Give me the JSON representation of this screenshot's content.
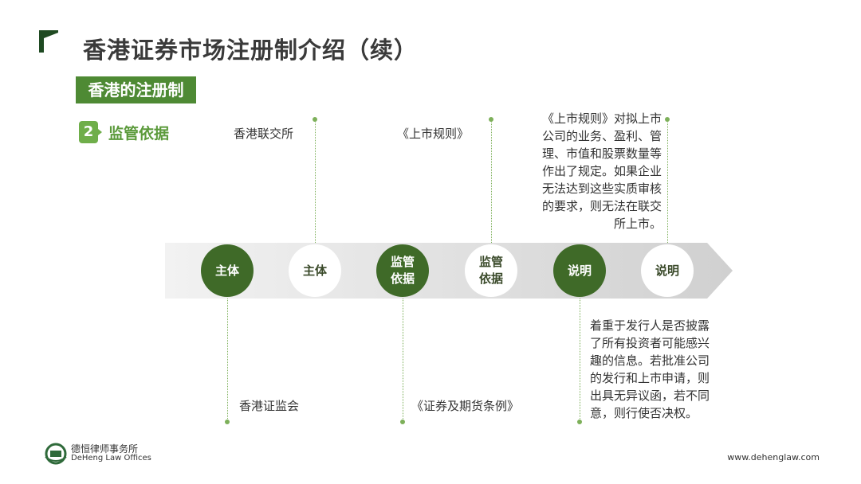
{
  "title": "香港证券市场注册制介绍（续）",
  "section_tag": "香港的注册制",
  "subsection": {
    "number": "2",
    "label": "监管依据"
  },
  "circles": [
    {
      "label": "主体",
      "style": "dark"
    },
    {
      "label": "主体",
      "style": "light"
    },
    {
      "label": "监管依据",
      "style": "dark"
    },
    {
      "label": "监管依据",
      "style": "light"
    },
    {
      "label": "说明",
      "style": "dark"
    },
    {
      "label": "说明",
      "style": "light"
    }
  ],
  "top_texts": {
    "exchange": "香港联交所",
    "rules": "《上市规则》",
    "note_lines": [
      "《上市规则》对拟上市",
      "公司的业务、盈利、管",
      "理、市值和股票数量等",
      "作出了规定。如果企业",
      "无法达到这些实质审核",
      "的要求，则无法在联交",
      "所上市。"
    ]
  },
  "bottom_texts": {
    "regulator": "香港证监会",
    "ordinance": "《证券及期货条例》",
    "note_lines": [
      "着重于发行人是否披露",
      "了所有投资者可能感兴",
      "趣的信息。若批准公司",
      "的发行和上市申请，则",
      "出具无异议函，若不同",
      "意，则行使否决权。"
    ]
  },
  "footer": {
    "firm_cn": "德恒律师事务所",
    "firm_en": "DeHeng Law Offices",
    "website": "www.dehenglaw.com"
  },
  "colors": {
    "dark_green": "#3f6a28",
    "accent_green": "#4e8a34",
    "light_green": "#6fae4a"
  }
}
